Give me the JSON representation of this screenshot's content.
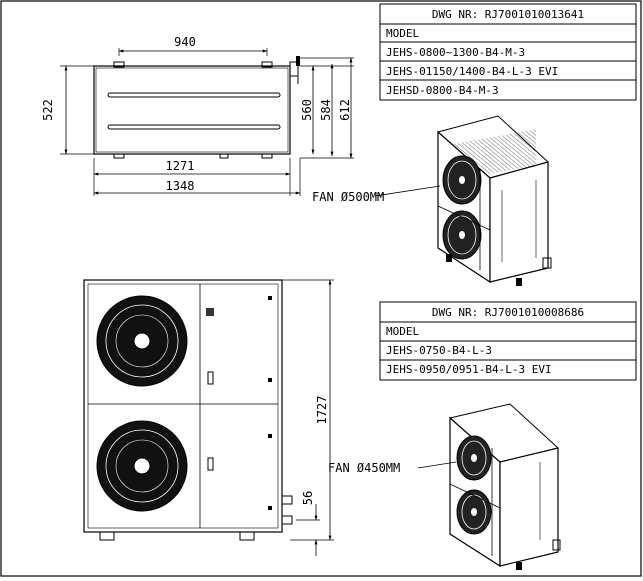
{
  "table_top": {
    "dwg_nr": "DWG NR: RJ7001010013641",
    "model_header": "MODEL",
    "rows": [
      "JEHS-0800~1300-B4-M-3",
      "JEHS-01150/1400-B4-L-3 EVI",
      "JEHSD-0800-B4-M-3"
    ]
  },
  "table_bottom": {
    "dwg_nr": "DWG NR: RJ7001010008686",
    "model_header": "MODEL",
    "rows": [
      "JEHS-0750-B4-L-3",
      "JEHS-0950/0951-B4-L-3 EVI"
    ]
  },
  "dimensions": {
    "top_width_inner": "940",
    "top_width_mid": "1271",
    "top_width_outer": "1348",
    "depth_left": "522",
    "depth_right_1": "560",
    "depth_right_2": "584",
    "depth_right_3": "612",
    "front_height": "1727",
    "foot_height": "56"
  },
  "labels": {
    "fan_500": "FAN Ø500MM",
    "fan_450": "FAN Ø450MM"
  }
}
